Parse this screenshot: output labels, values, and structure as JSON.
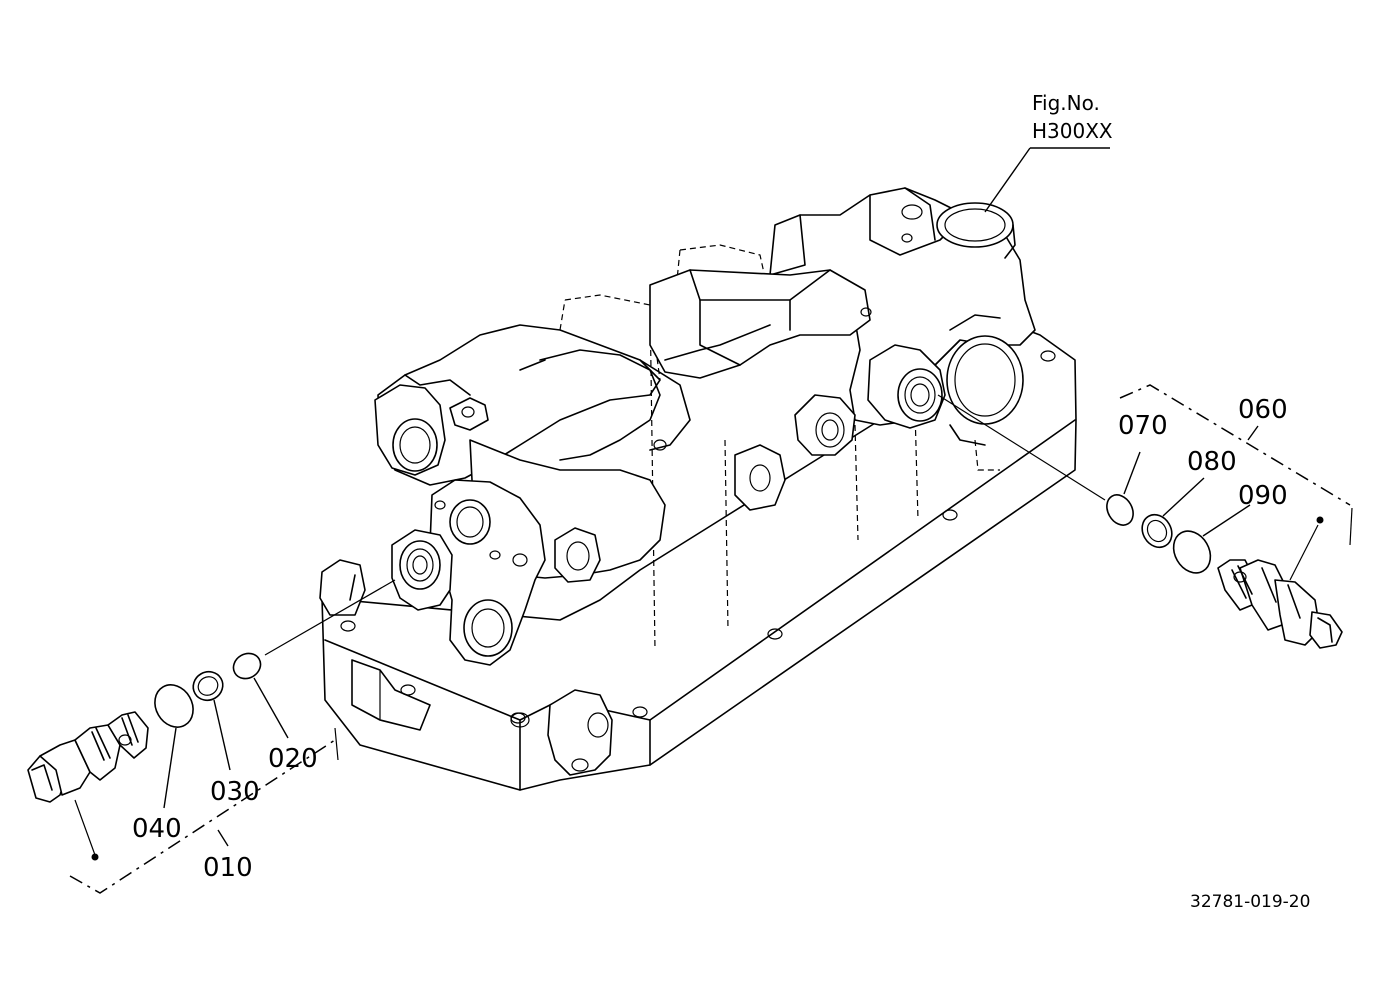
{
  "figure_ref": {
    "line1": "Fig.No.",
    "line2": "H300XX"
  },
  "callouts": {
    "c010": "010",
    "c020": "020",
    "c030": "030",
    "c040": "040",
    "c060": "060",
    "c070": "070",
    "c080": "080",
    "c090": "090"
  },
  "drawing_number": "32781-019-20",
  "colors": {
    "ink": "#000000",
    "paper": "#ffffff"
  }
}
